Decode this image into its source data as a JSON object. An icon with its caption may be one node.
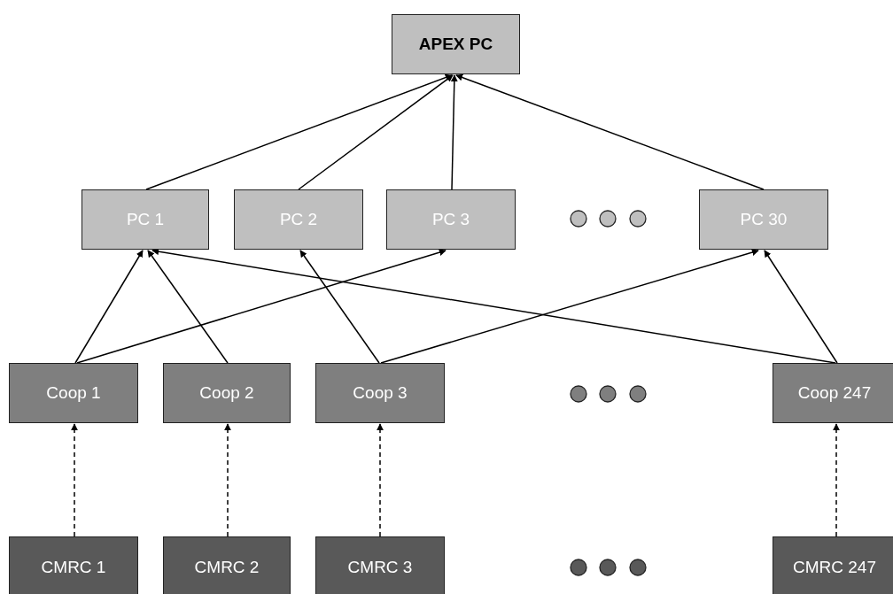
{
  "diagram": {
    "nodes": [
      {
        "text": [
          "APEX PC"
        ]
      },
      {
        "text": [
          "PC 1"
        ]
      },
      {
        "text": [
          "PC 2"
        ]
      },
      {
        "text": [
          "PC 3"
        ]
      },
      {
        "text": [
          "PC 30"
        ]
      },
      {
        "text": [
          "Coop 1"
        ]
      },
      {
        "text": [
          "Coop 2"
        ]
      },
      {
        "text": [
          "Coop 3"
        ]
      },
      {
        "text": [
          "Coop 247"
        ]
      },
      {
        "text": [
          "CMRC 1"
        ]
      },
      {
        "text": [
          "CMRC 2"
        ]
      },
      {
        "text": [
          "CMRC 3"
        ]
      },
      {
        "text": [
          "CMRC 247"
        ]
      }
    ],
    "edges": [
      {
        "from": 1,
        "to": 0,
        "arrow": "to"
      },
      {
        "from": 2,
        "to": 0,
        "arrow": "to"
      },
      {
        "from": 3,
        "to": 0,
        "arrow": "to"
      },
      {
        "from": 4,
        "to": 0,
        "arrow": "to"
      },
      {
        "from": 5,
        "to": 1,
        "arrow": "to"
      },
      {
        "from": 5,
        "to": 3,
        "arrow": "to"
      },
      {
        "from": 6,
        "to": 1,
        "arrow": "to"
      },
      {
        "from": 7,
        "to": 2,
        "arrow": "to"
      },
      {
        "from": 7,
        "to": 4,
        "arrow": "to"
      },
      {
        "from": 8,
        "to": 1,
        "arrow": "to"
      },
      {
        "from": 8,
        "to": 4,
        "arrow": "to"
      },
      {
        "from": 9,
        "to": 5,
        "arrow": "to",
        "style": "dashed"
      },
      {
        "from": 10,
        "to": 6,
        "arrow": "to",
        "style": "dashed"
      },
      {
        "from": 11,
        "to": 7,
        "arrow": "to",
        "style": "dashed"
      },
      {
        "from": 12,
        "to": 8,
        "arrow": "to",
        "style": "dashed"
      }
    ]
  }
}
